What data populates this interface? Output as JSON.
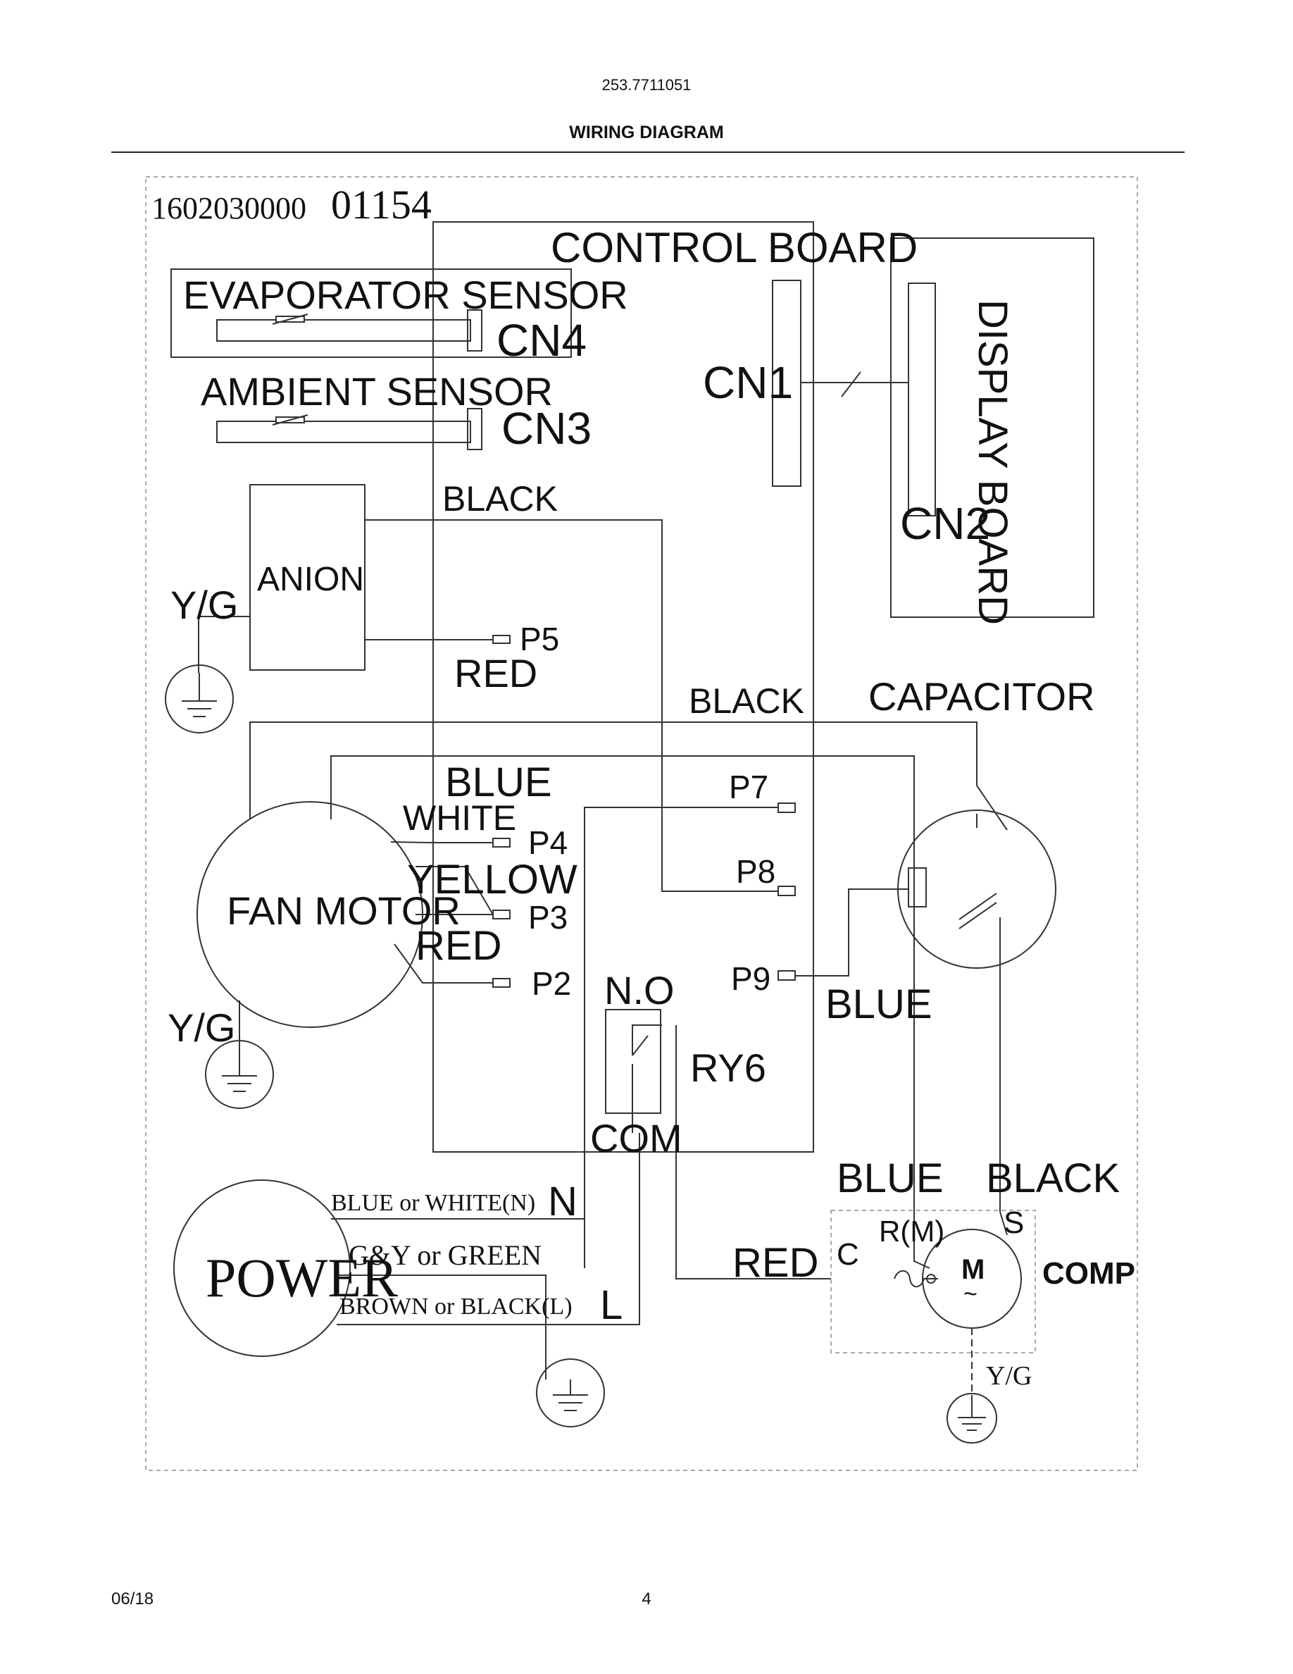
{
  "header": {
    "model_number": "253.7711051",
    "title": "WIRING DIAGRAM"
  },
  "footer": {
    "date": "06/18",
    "page": "4"
  },
  "diagram": {
    "part_number": "1602030000",
    "part_number_suffix": "01154",
    "control_board": "CONTROL BOARD",
    "display_board": "DISPLAY BOARD",
    "evaporator_sensor": "EVAPORATOR SENSOR",
    "ambient_sensor": "AMBIENT SENSOR",
    "anion": "ANION",
    "fan_motor": "FAN MOTOR",
    "capacitor": "CAPACITOR",
    "power": "POWER",
    "motor_symbol": "M",
    "motor_tilde": "~",
    "comp": "COMP",
    "relay": "RY6",
    "relay_no": "N.O",
    "relay_com": "COM",
    "connectors": {
      "cn1": "CN1",
      "cn2": "CN2",
      "cn3": "CN3",
      "cn4": "CN4",
      "p2": "P2",
      "p3": "P3",
      "p4": "P4",
      "p5": "P5",
      "p7": "P7",
      "p8": "P8",
      "p9": "P9"
    },
    "ground_labels": {
      "anion": "Y/G",
      "fan": "Y/G",
      "comp": "Y/G"
    },
    "wires": {
      "anion_black": "BLACK",
      "anion_red": "RED",
      "black_p8": "BLACK",
      "fan_blue": "BLUE",
      "fan_white": "WHITE",
      "fan_yellow": "YELLOW",
      "fan_red": "RED",
      "p9_blue": "BLUE",
      "comp_blue": "BLUE",
      "comp_black": "BLACK",
      "comp_red": "RED"
    },
    "power_lines": {
      "neutral": "BLUE or WHITE(N)",
      "ground": "G&Y or GREEN",
      "line": "BROWN or BLACK(L)",
      "n_letter": "N",
      "l_letter": "L"
    },
    "comp_terminals": {
      "c": "C",
      "r": "R(M)",
      "s": "S"
    }
  }
}
